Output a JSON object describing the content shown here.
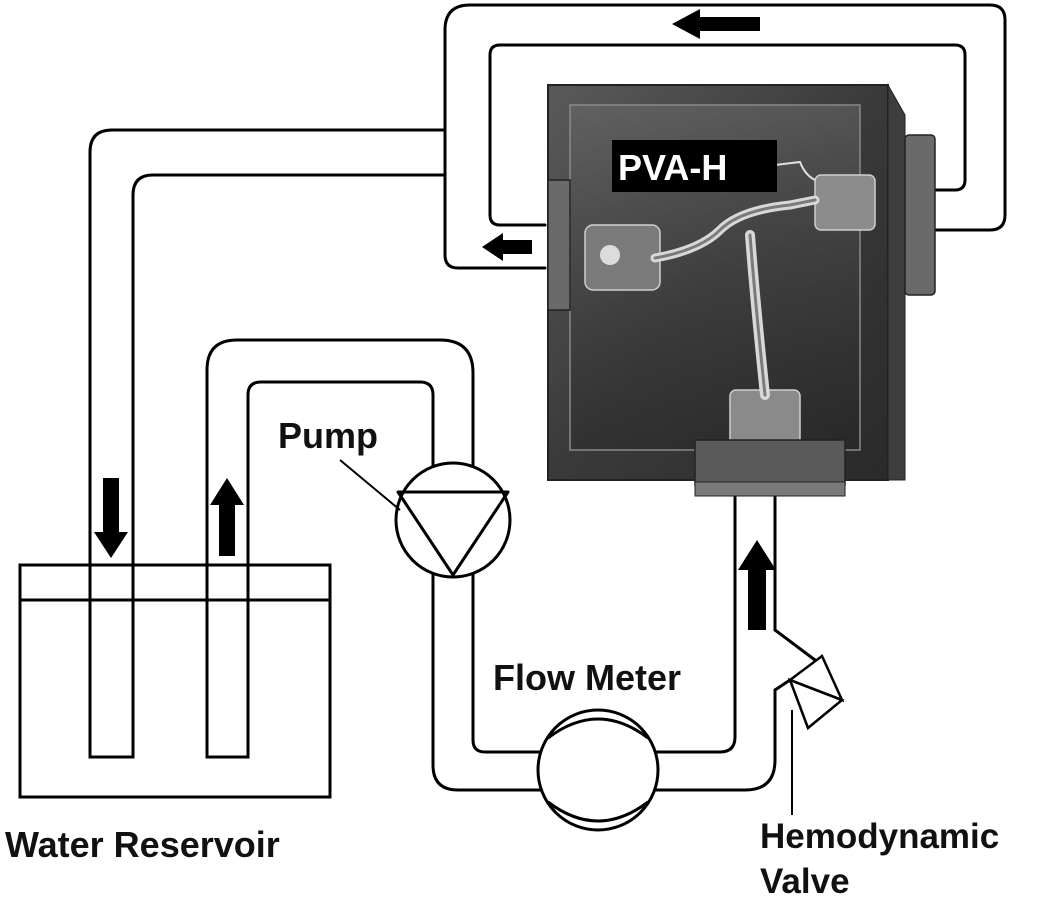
{
  "labels": {
    "pva_h": "PVA-H",
    "pump": "Pump",
    "flow_meter": "Flow Meter",
    "water_reservoir": "Water Reservoir",
    "hemodynamic_line1": "Hemodynamic",
    "hemodynamic_line2": "Valve"
  },
  "colors": {
    "line": "#000000",
    "background": "#ffffff",
    "chamber_dark": "#2a2a2a",
    "chamber_mid": "#4d4d4d",
    "chamber_light": "#9a9a9a",
    "label_box": "#000000",
    "label_box_text": "#ffffff"
  },
  "icons": [
    "flow-arrow-icon",
    "pump-symbol-icon",
    "flow-meter-symbol-icon",
    "valve-symbol-icon"
  ]
}
